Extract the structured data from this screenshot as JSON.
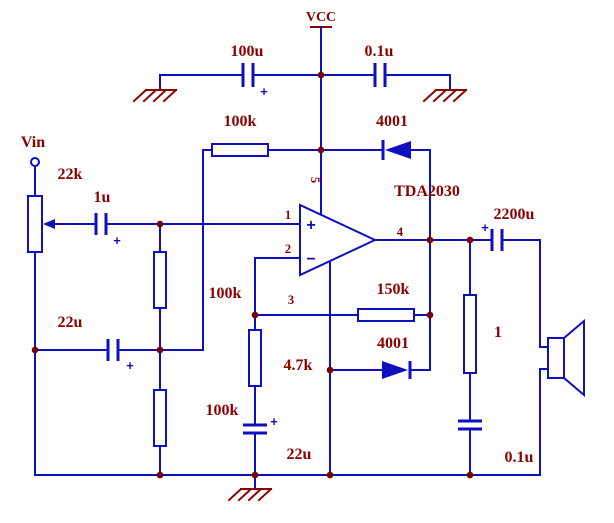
{
  "power": {
    "vcc": "VCC"
  },
  "ic": {
    "part_number": "TDA2030",
    "plus_input": "+",
    "minus_input": "−",
    "pins": {
      "p1": "1",
      "p2": "2",
      "p3": "3",
      "p4": "4",
      "p5": "5"
    }
  },
  "labels": {
    "input": "Vin",
    "volume_pot": "22k",
    "input_cap": "1u",
    "bulk_cap": "100u",
    "hf_cap": "0.1u",
    "bias_top_resistor": "100k",
    "bias_mid_resistor": "100k",
    "bias_bottom_resistor": "100k",
    "bias_bypass_cap": "22u",
    "vcc_clamp_diode": "4001",
    "gnd_clamp_diode": "4001",
    "feedback_resistor": "150k",
    "gain_resistor": "4.7k",
    "gain_cap": "22u",
    "output_cap": "2200u",
    "zobel_resistor": "1",
    "zobel_cap": "0.1u",
    "polarity_plus": "+"
  }
}
